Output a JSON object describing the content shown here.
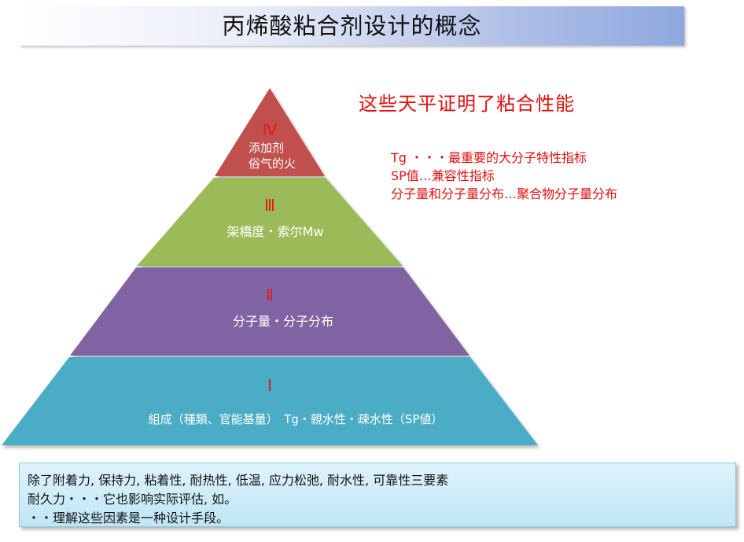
{
  "title": "丙烯酸粘合剂设计的概念",
  "headline": "这些天平证明了粘合性能",
  "notes": [
    "Tg ・・・最重要的大分子特性指标",
    "SP值…兼容性指标",
    "分子量和分子量分布…聚合物分子量分布"
  ],
  "pyramid": {
    "tiers": [
      {
        "roman": "Ⅳ",
        "lines": [
          "添加剂",
          "俗气的火"
        ],
        "color": "#c0504d"
      },
      {
        "roman": "Ⅲ",
        "lines": [
          "架橋度・索尔Mw"
        ],
        "color": "#9bbb59"
      },
      {
        "roman": "Ⅱ",
        "lines": [
          "分子量・分子分布"
        ],
        "color": "#8064a2"
      },
      {
        "roman": "Ⅰ",
        "lines": [
          "組成（種類、官能基量）　Tg・親水性・疎水性（SP値）"
        ],
        "color": "#4bacc6"
      }
    ]
  },
  "bottom_box": {
    "lines": [
      "除了附着力, 保持力, 粘着性, 耐热性, 低温, 应力松弛, 耐水性, 可靠性三要素",
      "耐久力・・・它也影响实际评估, 如。",
      "・・理解这些因素是一种设计手段。"
    ]
  }
}
